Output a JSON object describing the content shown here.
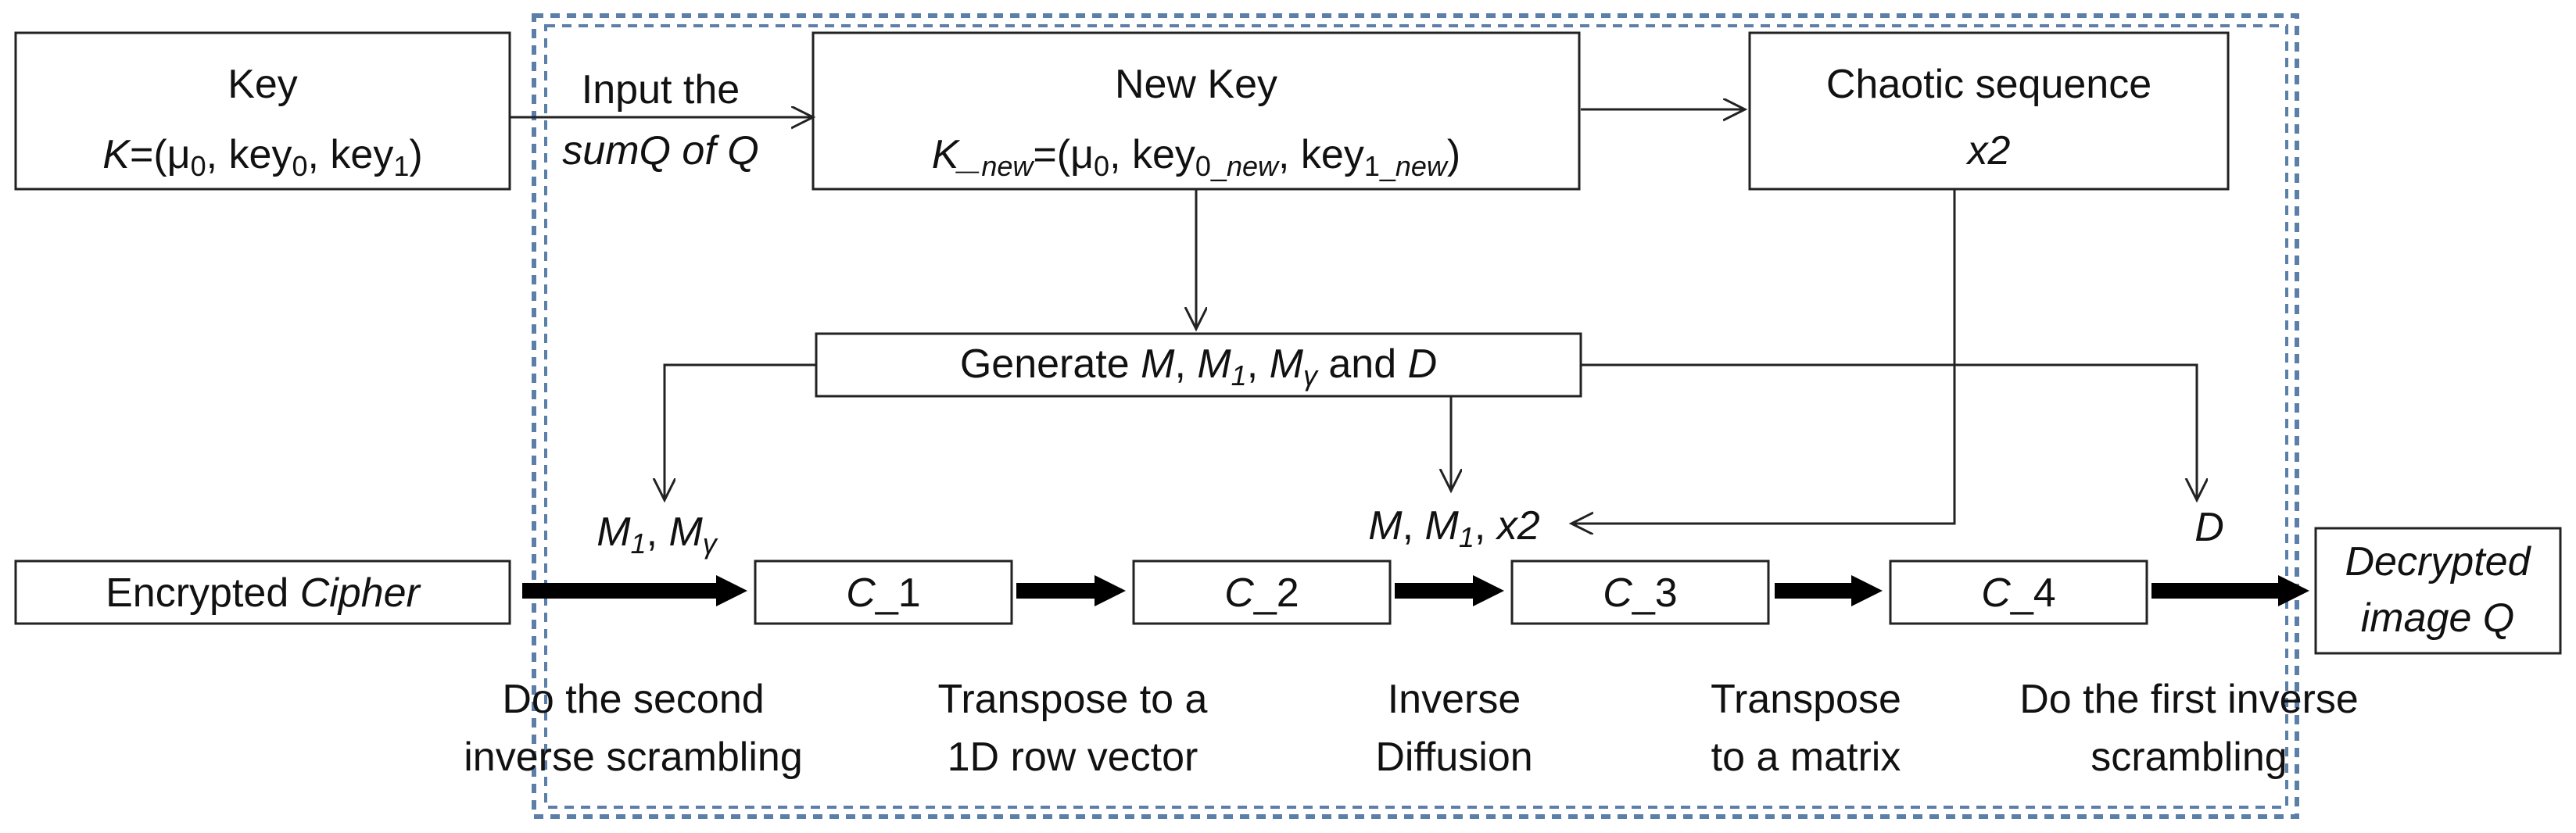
{
  "colors": {
    "dashed_border": "#5b7fa8",
    "line": "#222222"
  },
  "boxes": {
    "key": {
      "title": "Key",
      "formula": [
        "K",
        "=(μ",
        "0",
        ", key",
        "0",
        ", key",
        "1",
        ")"
      ]
    },
    "new_key": {
      "title": "New Key",
      "formula": [
        "K",
        "_",
        "new",
        "=(μ",
        "0",
        ", key",
        "0_",
        "new",
        ", key",
        "1_",
        "new",
        ")"
      ]
    },
    "chaotic": {
      "title": "Chaotic sequence",
      "value": "x2"
    },
    "generate": {
      "parts": [
        "Generate ",
        "M",
        ", ",
        "M",
        "1",
        ", ",
        "M",
        "γ",
        " and ",
        "D"
      ]
    },
    "encrypted": {
      "parts": [
        "Encrypted ",
        "Cipher"
      ]
    },
    "c1": {
      "label": [
        "C",
        "_1"
      ]
    },
    "c2": {
      "label": [
        "C",
        "_2"
      ]
    },
    "c3": {
      "label": [
        "C",
        "_3"
      ]
    },
    "c4": {
      "label": [
        "C",
        "_4"
      ]
    },
    "decrypted": {
      "line1": "Decrypted",
      "line2": "image Q"
    }
  },
  "annotations": {
    "input_sum": {
      "line1": "Input the",
      "line2": "sumQ of Q"
    },
    "m1_my": [
      "M",
      "1",
      ", ",
      "M",
      "γ"
    ],
    "m_m1_x2": [
      "M",
      ", ",
      "M",
      "1",
      ", ",
      "x2"
    ],
    "d": "D"
  },
  "steps": [
    {
      "line1": "Do the second",
      "line2": "inverse scrambling"
    },
    {
      "line1": "Transpose to a",
      "line2": "1D row vector"
    },
    {
      "line1": "Inverse",
      "line2": "Diffusion"
    },
    {
      "line1": "Transpose",
      "line2": "to a matrix"
    },
    {
      "line1": "Do the first inverse",
      "line2": "scrambling"
    }
  ]
}
